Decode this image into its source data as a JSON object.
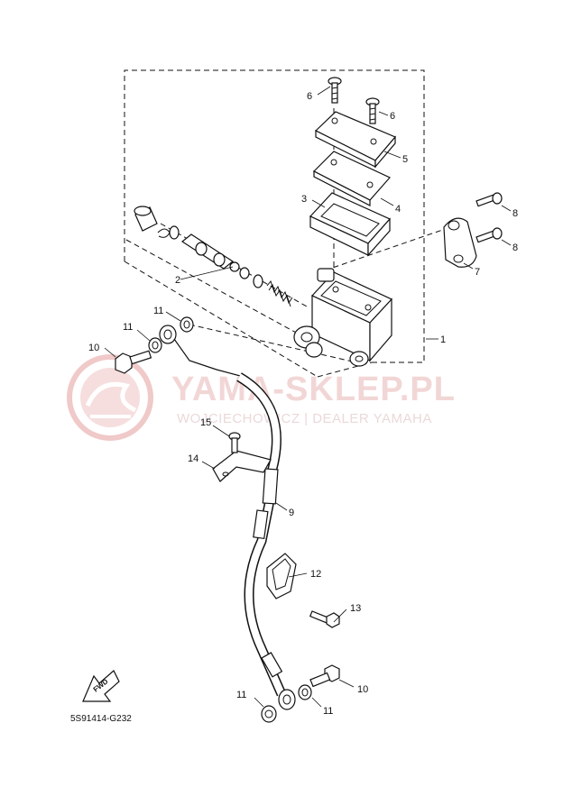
{
  "watermark": {
    "brand": "YAMA-SKLEP.PL",
    "subline": "WOJCIECHOWICZ | DEALER YAMAHA",
    "logo_color": "#f0c9c9"
  },
  "diagram_code": "5S91414-G232",
  "forward_arrow_label": "FWD",
  "callouts": {
    "c1": "1",
    "c2": "2",
    "c3": "3",
    "c4": "4",
    "c5": "5",
    "c6a": "6",
    "c6b": "6",
    "c7": "7",
    "c8a": "8",
    "c8b": "8",
    "c9": "9",
    "c10a": "10",
    "c10b": "10",
    "c11a": "11",
    "c11b": "11",
    "c11c": "11",
    "c11d": "11",
    "c12": "12",
    "c13": "13",
    "c14": "14",
    "c15": "15"
  }
}
